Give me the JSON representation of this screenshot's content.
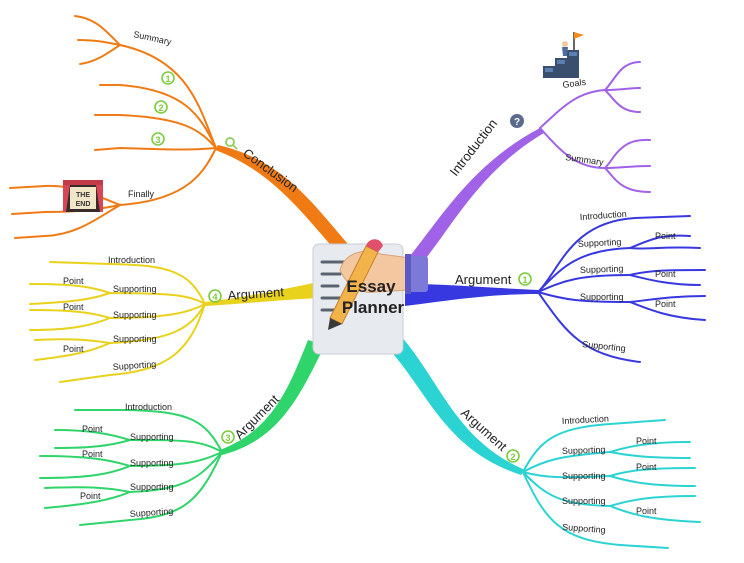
{
  "center": {
    "title_line1": "Essay",
    "title_line2": "Planner",
    "icon": "hand-writing-document-icon"
  },
  "colors": {
    "introduction": "#a062e6",
    "argument1": "#3838e0",
    "argument2": "#2cd3d3",
    "argument3": "#2fd46a",
    "argument4": "#e8d21c",
    "conclusion": "#f07b15",
    "number_badge": "#7ccc3c",
    "help_badge": "#5a6b8c"
  },
  "branches": {
    "introduction": {
      "label": "Introduction",
      "icon": "question-mark-icon",
      "leaves": [
        "Goals",
        "Summary"
      ],
      "goals_icon": "flag-on-stairs-icon"
    },
    "argument1": {
      "label": "Argument",
      "badge": "1",
      "leaves": [
        "Introduction",
        "Supporting",
        "Point",
        "Supporting",
        "Point",
        "Supporting",
        "Point",
        "Supporting"
      ]
    },
    "argument2": {
      "label": "Argument",
      "badge": "2",
      "leaves": [
        "Introduction",
        "Supporting",
        "Point",
        "Supporting",
        "Point",
        "Supporting",
        "Point",
        "Supporting"
      ]
    },
    "argument3": {
      "label": "Argument",
      "badge": "3",
      "leaves": [
        "Introduction",
        "Point",
        "Supporting",
        "Point",
        "Supporting",
        "Supporting",
        "Point",
        "Supporting"
      ]
    },
    "argument4": {
      "label": "Argument",
      "badge": "4",
      "leaves": [
        "Introduction",
        "Point",
        "Supporting",
        "Point",
        "Supporting",
        "Supporting",
        "Point",
        "Supporting"
      ]
    },
    "conclusion": {
      "label": "Conclusion",
      "icon": "magnifier-icon",
      "leaves": [
        "Summary",
        "1",
        "2",
        "3",
        "Finally"
      ],
      "finally_icon": "the-end-curtain-icon",
      "the_end_text": "THE END"
    }
  }
}
